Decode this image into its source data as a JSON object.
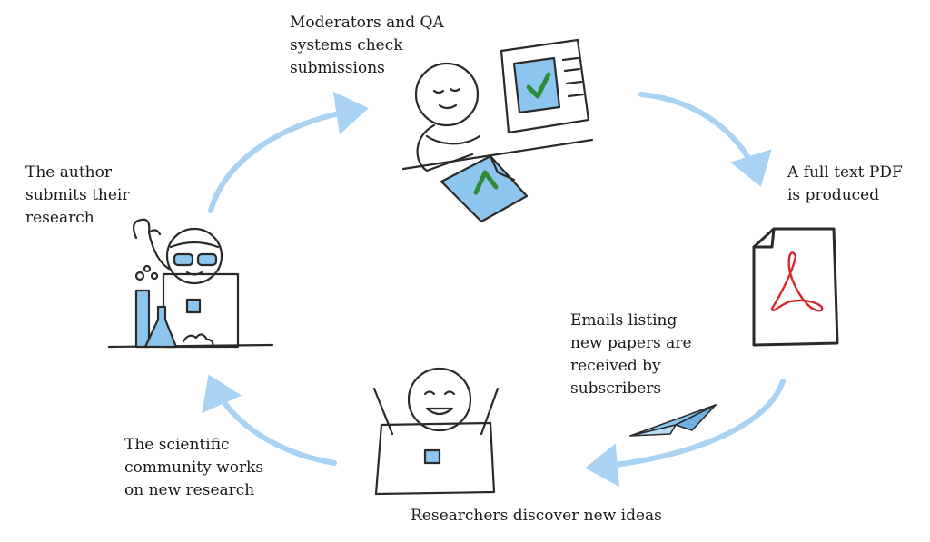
{
  "diagram": {
    "steps": {
      "moderators": [
        "Moderators and QA",
        "systems check",
        "submissions"
      ],
      "author": [
        "The author",
        "submits their",
        "research"
      ],
      "pdf": [
        "A full text PDF",
        "is produced"
      ],
      "emails": [
        "Emails listing",
        "new papers are",
        "received by",
        "subscribers"
      ],
      "community": [
        "The scientific",
        "community works",
        "on new research"
      ],
      "researchers": [
        "Researchers discover new ideas"
      ]
    },
    "icons": [
      "moderator-at-computer-icon",
      "scientist-at-laptop-icon",
      "pdf-document-icon",
      "paper-airplane-icon",
      "happy-researcher-laptop-icon"
    ],
    "colors": {
      "arrow": "#a9d2f3",
      "accent_blue": "#8cc6ee",
      "check_green": "#2f8a3a",
      "pdf_red": "#d8282b",
      "ink": "#2a2a2a"
    }
  }
}
